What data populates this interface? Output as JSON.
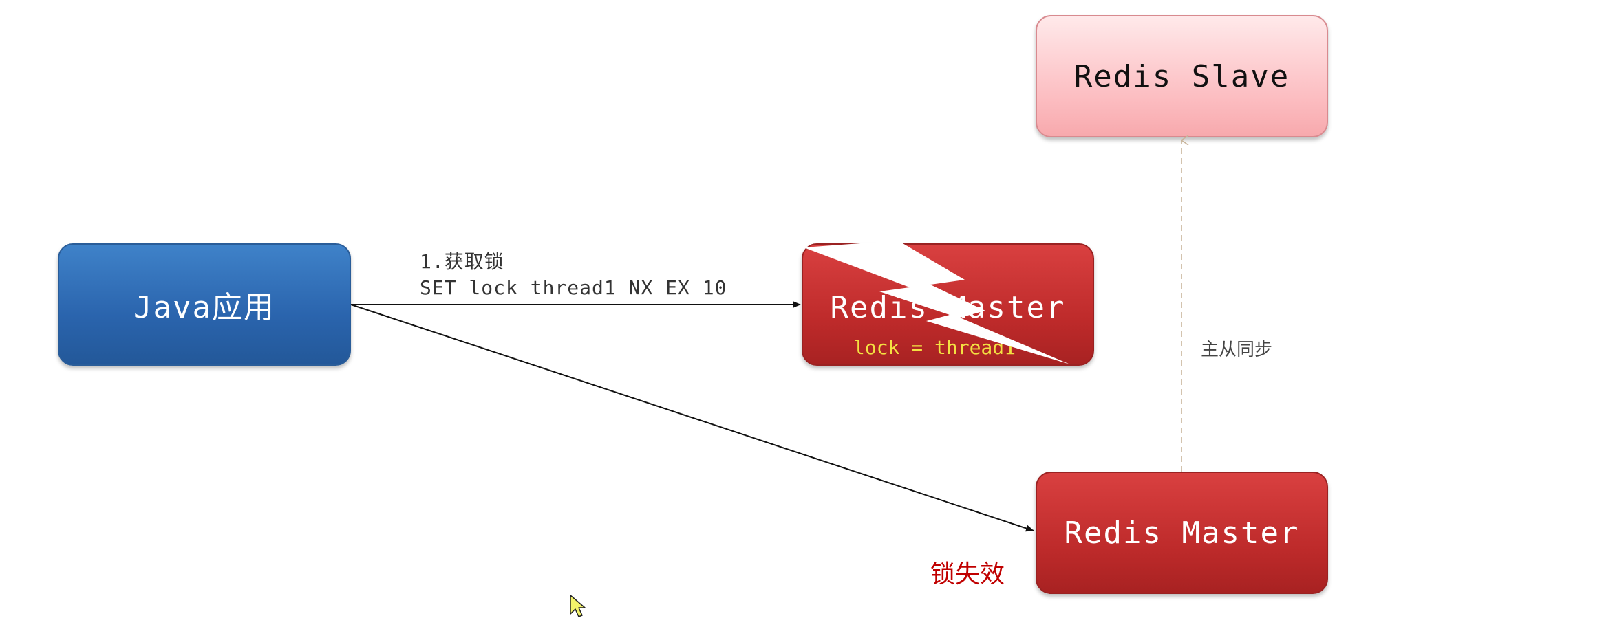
{
  "nodes": {
    "java_app": "Java应用",
    "redis_slave": "Redis Slave",
    "redis_master_crashed": "Redis Master",
    "redis_master_crashed_value": "lock = thread1",
    "redis_master_new": "Redis Master"
  },
  "edges": {
    "acquire_step": "1.获取锁",
    "acquire_command": "SET lock thread1 NX EX 10",
    "sync_label": "主从同步"
  },
  "annotations": {
    "lock_invalid": "锁失效"
  },
  "colors": {
    "java_blue": "#2a64ad",
    "master_red": "#bd2a2a",
    "slave_pink": "#fcbcc0",
    "lock_value_yellow": "#f3e142",
    "warning_red": "#c00000"
  },
  "icons": {
    "crash": "lightning-bolt-icon",
    "cursor": "mouse-cursor-icon"
  }
}
